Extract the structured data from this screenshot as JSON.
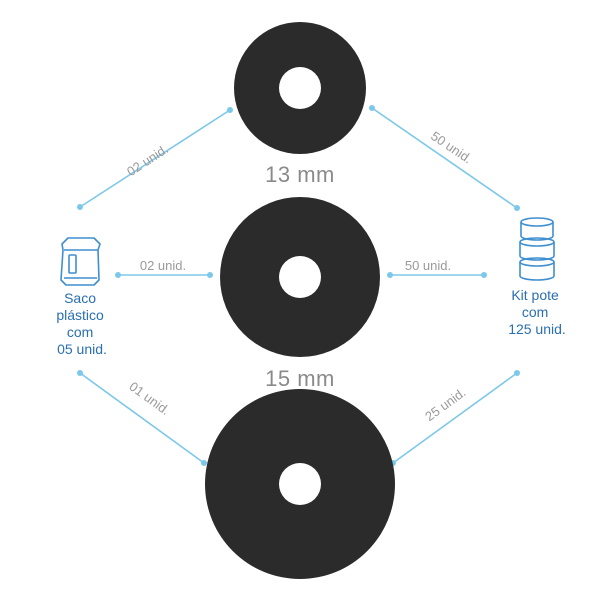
{
  "colors": {
    "disc": "#2b2b2b",
    "line": "#7cc8ea",
    "size_text": "#8a8a8a",
    "qty_text": "#9a9a9a",
    "caption_text": "#2a6fb0",
    "icon_stroke": "#3f8fd0"
  },
  "sizes": {
    "small": "13 mm",
    "medium": "15 mm"
  },
  "quantities": {
    "bag_to_top": "02 unid.",
    "top_to_pot": "50 unid.",
    "bag_to_middle": "02 unid.",
    "middle_to_pot": "50 unid.",
    "bag_to_bottom": "01 unid.",
    "bottom_to_pot": "25 unid."
  },
  "left_item": {
    "icon": "plastic-bag-icon",
    "caption_lines": [
      "Saco",
      "plástico",
      "com",
      "05 unid."
    ]
  },
  "right_item": {
    "icon": "pot-kit-icon",
    "caption_lines": [
      "Kit pote",
      "com",
      "125 unid."
    ]
  }
}
